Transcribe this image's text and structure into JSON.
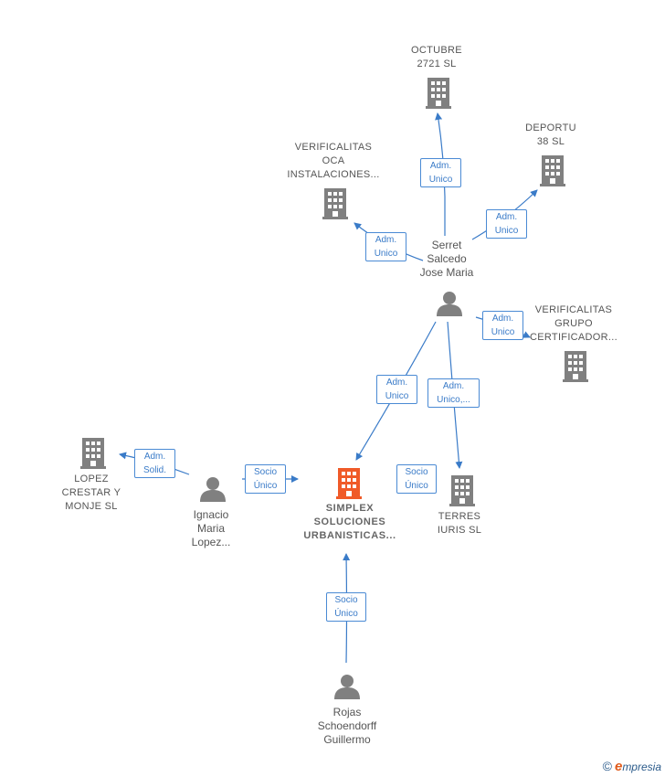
{
  "nodes": {
    "octubre": {
      "label": "OCTUBRE\n2721 SL"
    },
    "deportu": {
      "label": "DEPORTU\n38  SL"
    },
    "verificalitas_oca": {
      "label": "VERIFICALITAS\nOCA\nINSTALACIONES..."
    },
    "serret": {
      "label": "Serret\nSalcedo\nJose Maria"
    },
    "verificalitas_grupo": {
      "label": "VERIFICALITAS\nGRUPO\nCERTIFICADOR..."
    },
    "lopez_crestar": {
      "label": "LOPEZ\nCRESTAR Y\nMONJE SL"
    },
    "ignacio": {
      "label": "Ignacio\nMaria\nLopez..."
    },
    "simplex": {
      "label": "SIMPLEX\nSOLUCIONES\nURBANISTICAS..."
    },
    "terres": {
      "label": "TERRES\nIURIS  SL"
    },
    "rojas": {
      "label": "Rojas\nSchoendorff\nGuillermo"
    }
  },
  "edges": {
    "serret_octubre": "Adm.\nUnico",
    "serret_deportu": "Adm.\nUnico",
    "serret_oca": "Adm.\nUnico",
    "serret_grupo": "Adm.\nUnico",
    "serret_simplex": "Adm.\nUnico",
    "serret_terres": "Adm.\nUnico,...",
    "ignacio_lopez": "Adm.\nSolid.",
    "ignacio_simplex": "Socio\nÚnico",
    "terres_socio": "Socio\nÚnico",
    "rojas_simplex": "Socio\nÚnico"
  },
  "colors": {
    "edge": "#3a7bc8",
    "company_icon": "#808080",
    "main_company_icon": "#f05a28",
    "person_icon": "#808080"
  },
  "brand": {
    "copyright": "©",
    "e": "e",
    "rest": "mpresia"
  }
}
